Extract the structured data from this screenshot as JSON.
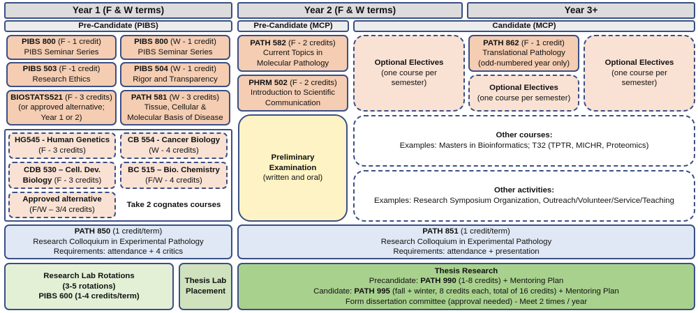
{
  "headers": {
    "year1": "Year 1 (F & W terms)",
    "year2": "Year 2 (F & W terms)",
    "year3": "Year 3+"
  },
  "subheaders": {
    "pre_candidate_pibs": "Pre-Candidate (PIBS)",
    "pre_candidate_mcp": "Pre-Candidate (MCP)",
    "candidate_mcp": "Candidate (MCP)"
  },
  "year1_courses": {
    "pibs800_f": {
      "code": "PIBS 800",
      "term": " (F - 1 credit)",
      "name": "PIBS Seminar Series"
    },
    "pibs800_w": {
      "code": "PIBS 800",
      "term": " (W - 1 credit)",
      "name": "PIBS Seminar Series"
    },
    "pibs503": {
      "code": "PIBS 503",
      "term": " (F -1 credit)",
      "name": "Research Ethics"
    },
    "pibs504": {
      "code": "PIBS 504",
      "term": " (W - 1 credit)",
      "name": "Rigor and Transparency"
    },
    "biostats521": {
      "code": "BIOSTATS521",
      "term": " (F - 3 credits)",
      "line2": "(or approved alternative;",
      "line3": "Year 1 or 2)"
    },
    "path581": {
      "code": "PATH 581",
      "term": " (W - 3 credits)",
      "line2": "Tissue, Cellular &",
      "line3": "Molecular Basis of Disease"
    }
  },
  "cognates": {
    "hg545": {
      "name": "HG545 - Human Genetics",
      "detail": "(F - 3 credits)"
    },
    "cb554": {
      "name": "CB 554 - Cancer Biology",
      "detail": "(W - 4 credits)"
    },
    "cdb530": {
      "name_line1": "CDB 530 – Cell. Dev.",
      "name_line2": "Biology",
      "detail": " (F - 3 credits)"
    },
    "bc515": {
      "name": "BC 515 – Bio. Chemistry",
      "detail": "(F/W - 4 credits)"
    },
    "approved": {
      "name": "Approved alternative",
      "detail": "(F/W – 3/4 credits)"
    },
    "take_note": "Take 2 cognates courses"
  },
  "year2_courses": {
    "path582": {
      "code": "PATH 582",
      "term": " (F - 2 credits)",
      "line2": "Current Topics in",
      "line3": "Molecular Pathology"
    },
    "phrm502": {
      "code": "PHRM 502",
      "term": " (F - 2 credits)",
      "line2": "Introduction to Scientific",
      "line3": "Communication"
    }
  },
  "prelim": {
    "title_line1": "Preliminary",
    "title_line2": "Examination",
    "detail": "(written and oral)"
  },
  "candidate": {
    "optional1": {
      "title": "Optional Electives",
      "line2": "(one course per",
      "line3": "semester)"
    },
    "path862": {
      "code": "PATH 862",
      "term": " (F - 1 credit)",
      "line2": "Translational Pathology",
      "line3": "(odd-numbered year only)"
    },
    "optional2": {
      "title": "Optional Electives",
      "line2": "(one course per semester)"
    },
    "optional3": {
      "title": "Optional Electives",
      "line2": "(one course per",
      "line3": "semester)"
    },
    "other_courses": {
      "title": "Other courses:",
      "detail": "Examples: Masters in Bioinformatics; T32 (TPTR, MICHR, Proteomics)"
    },
    "other_activities": {
      "title": "Other activities:",
      "detail": "Examples: Research Symposium Organization, Outreach/Volunteer/Service/Teaching"
    }
  },
  "colloquium": {
    "path850": {
      "code": "PATH 850",
      "term": " (1 credit/term)",
      "line2": "Research Colloquium in Experimental Pathology",
      "line3": "Requirements: attendance + 4 critics"
    },
    "path851": {
      "code": "PATH 851",
      "term": " (1 credit/term)",
      "line2": "Research Colloquium in Experimental Pathology",
      "line3": "Requirements: attendance + presentation"
    }
  },
  "research": {
    "rotations": {
      "line1": "Research Lab Rotations",
      "line2": "(3-5 rotations)",
      "line3": "PIBS 600 (1-4 credits/term)"
    },
    "placement": {
      "line1": "Thesis Lab",
      "line2": "Placement"
    },
    "thesis": {
      "title": "Thesis Research",
      "pre_prefix": "Precandidate: ",
      "pre_code": "PATH 990",
      "pre_rest": " (1-8 credits) + Mentoring Plan",
      "cand_prefix": "Candidate: ",
      "cand_code": "PATH 995",
      "cand_rest": " (fall + winter, 8 credits each, total of 16 credits) + Mentoring Plan",
      "committee": "Form dissertation committee (approval needed) - Meet 2 times / year"
    }
  }
}
